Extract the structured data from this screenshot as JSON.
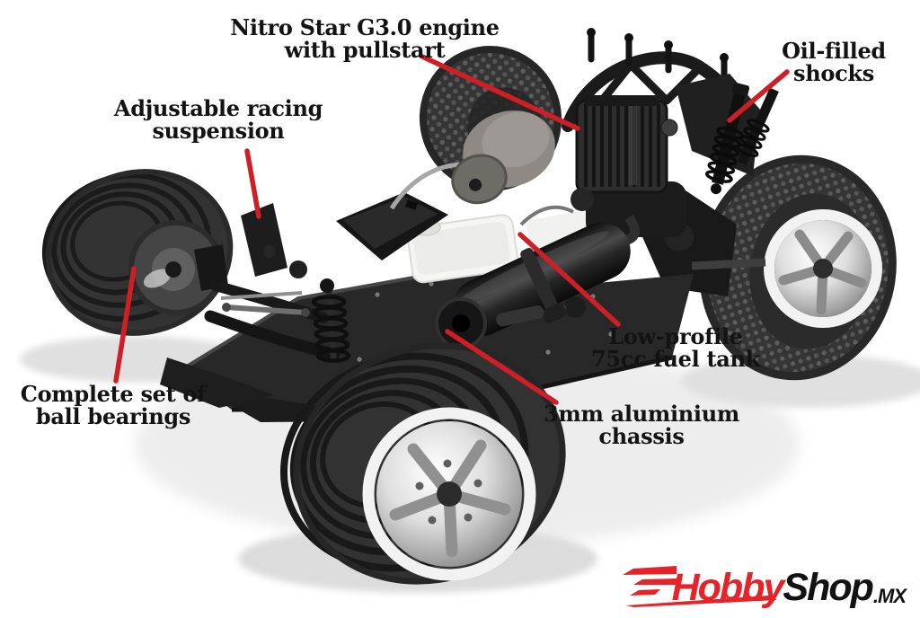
{
  "page": {
    "background": "#ffffff"
  },
  "callouts": {
    "engine": {
      "line1": "Nitro Star G3.0 engine",
      "line2": "with pullstart"
    },
    "shocks": {
      "line1": "Oil-filled",
      "line2": "shocks"
    },
    "suspension": {
      "line1": "Adjustable racing",
      "line2": "suspension"
    },
    "bearings": {
      "line1": "Complete set of",
      "line2": "ball bearings"
    },
    "fuel_tank": {
      "line1": "Low-profile",
      "line2": "75cc fuel tank"
    },
    "chassis": {
      "line1": "3mm aluminium",
      "line2": "chassis"
    }
  },
  "logo": {
    "word1": "Hobby",
    "word2": "Shop",
    "tld": ".MX"
  },
  "colors": {
    "arrow_red": "#cf1f26",
    "logo_red": "#e62329",
    "label_text": "#131313"
  },
  "illustration": {
    "alt": "Nitro RC truck rolling chassis viewed from a front three-quarter angle"
  }
}
